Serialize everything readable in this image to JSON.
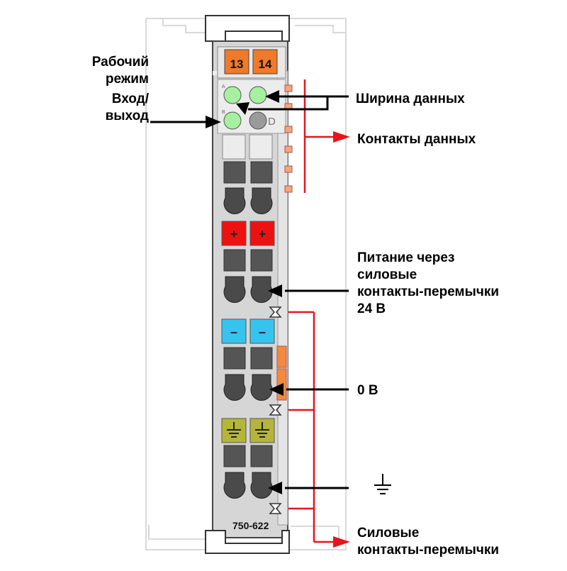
{
  "module": {
    "model": "750-622",
    "terminal_numbers": [
      "13",
      "14"
    ],
    "led_letters": [
      "A",
      "B",
      "D"
    ],
    "power_contact_symbols": [
      "+",
      "+",
      "–",
      "–"
    ],
    "ground_symbol": "⏚"
  },
  "labels": {
    "operating_mode": "Рабочий\nрежим",
    "input_output": "Вход/\nвыход",
    "data_width": "Ширина данных",
    "data_contacts": "Контакты данных",
    "power_supply": "Питание через\nсиловые\nконтакты-перемычки\n24 В",
    "zero_volt": "0 В",
    "power_jumper_contacts": "Силовые\nконтакты-перемычки"
  },
  "colors": {
    "terminal_orange": "#f07a28",
    "led_green": "#a6f0a0",
    "led_gray": "#9a9a9a",
    "plus_red": "#ee1111",
    "minus_blue": "#35c4ee",
    "ground_olive": "#b5b53a",
    "contact_orange": "#f6a57a",
    "indicator_red": "#e8141c",
    "arrow_black": "#000000",
    "housing_gray": "#d6d6d6"
  }
}
